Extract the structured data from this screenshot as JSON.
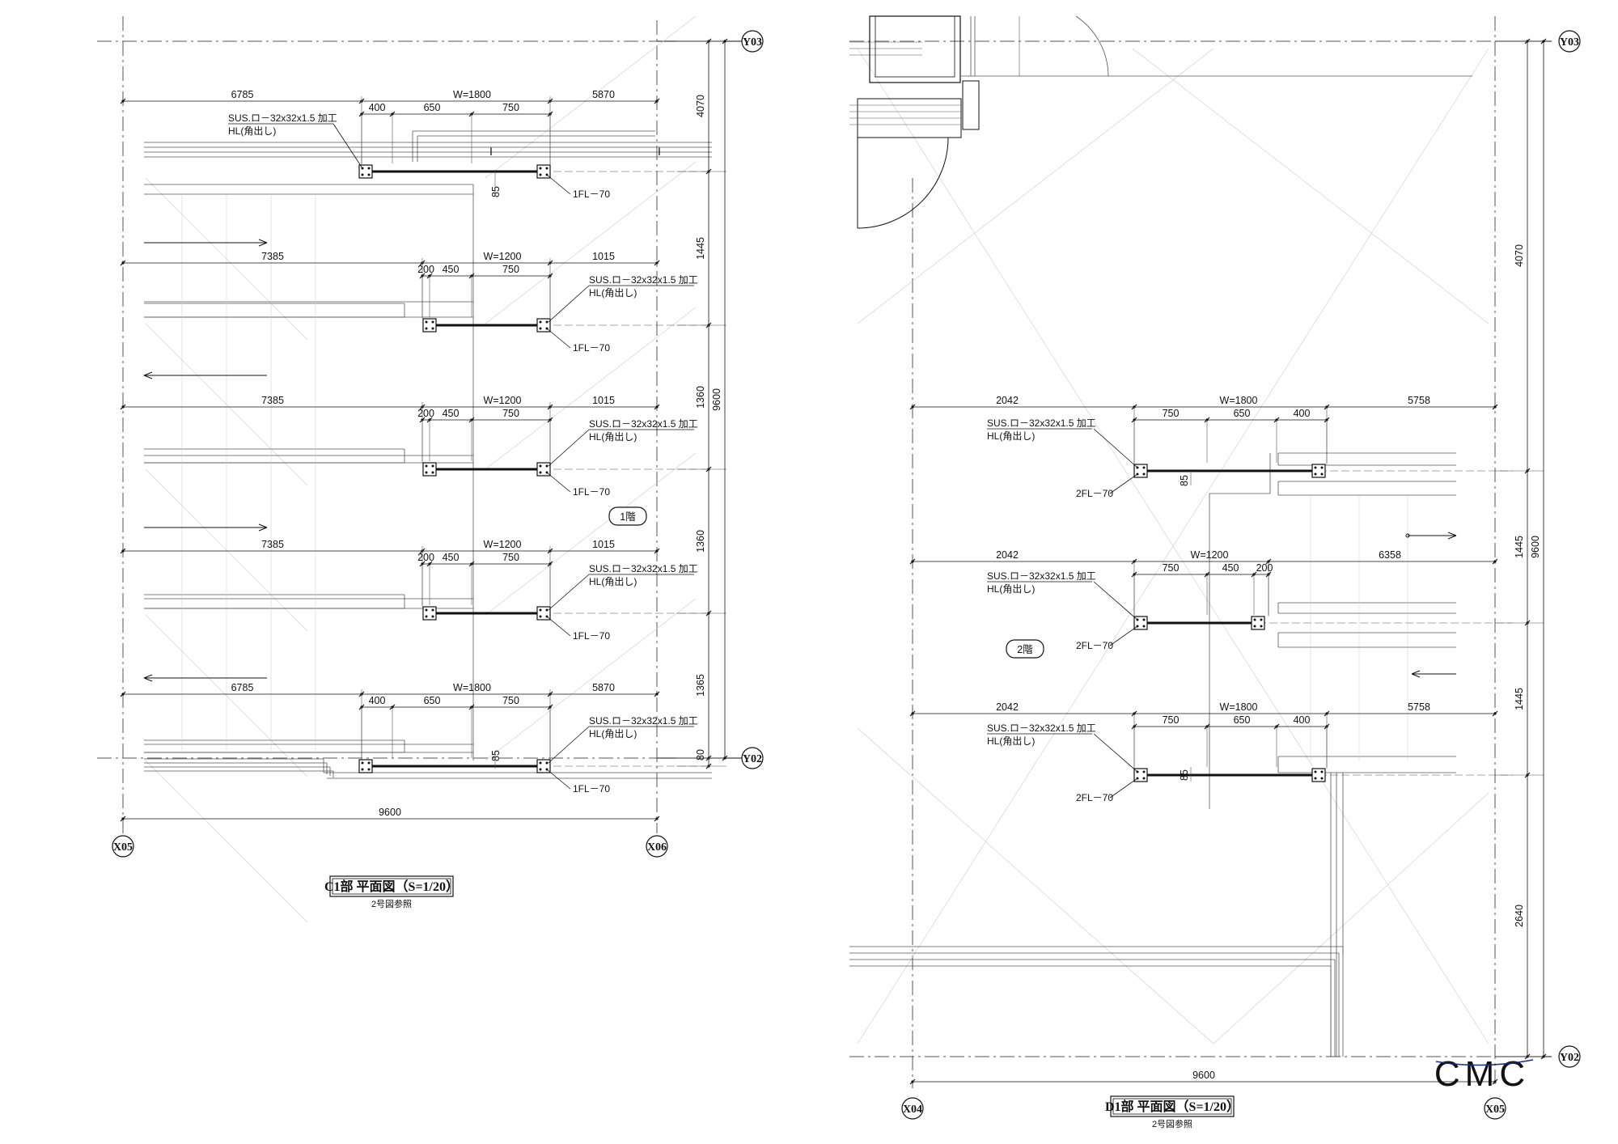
{
  "c1": {
    "title": "C1部 平面図（S=1/20）",
    "subtitle": "2号図参照",
    "floor_label": "1階",
    "overall_width": "9600",
    "overall_height": "9600",
    "axis_labels": [
      "X05",
      "X06",
      "Y03",
      "Y02"
    ],
    "right_dims": [
      "4070",
      "1445",
      "1360",
      "1360",
      "1365",
      "80"
    ],
    "small_dim": "85",
    "rails": [
      {
        "dims": [
          "6785",
          "W=1800",
          "5870"
        ],
        "sub_dims": [
          "400",
          "650",
          "750"
        ],
        "spec": "SUS.ロ－32x32x1.5 加工",
        "finish": "HL(角出し)",
        "level": "1FL－70"
      },
      {
        "dims": [
          "7385",
          "W=1200",
          "1015"
        ],
        "sub_dims": [
          "200",
          "450",
          "750"
        ],
        "spec": "SUS.ロ－32x32x1.5 加工",
        "finish": "HL(角出し)",
        "level": "1FL－70"
      },
      {
        "dims": [
          "7385",
          "W=1200",
          "1015"
        ],
        "sub_dims": [
          "200",
          "450",
          "750"
        ],
        "spec": "SUS.ロ－32x32x1.5 加工",
        "finish": "HL(角出し)",
        "level": "1FL－70"
      },
      {
        "dims": [
          "7385",
          "W=1200",
          "1015"
        ],
        "sub_dims": [
          "200",
          "450",
          "750"
        ],
        "spec": "SUS.ロ－32x32x1.5 加工",
        "finish": "HL(角出し)",
        "level": "1FL－70"
      },
      {
        "dims": [
          "6785",
          "W=1800",
          "5870"
        ],
        "sub_dims": [
          "400",
          "650",
          "750"
        ],
        "spec": "SUS.ロ－32x32x1.5 加工",
        "finish": "HL(角出し)",
        "level": "1FL－70"
      }
    ]
  },
  "d1": {
    "title": "D1部 平面図（S=1/20）",
    "subtitle": "2号図参照",
    "floor_label": "2階",
    "overall_width": "9600",
    "overall_height": "9600",
    "axis_labels": [
      "X04",
      "X05",
      "Y03",
      "Y02"
    ],
    "right_dims": [
      "4070",
      "1445",
      "1445",
      "2640"
    ],
    "small_dim": "85",
    "rails": [
      {
        "dims": [
          "2042",
          "W=1800",
          "5758"
        ],
        "sub_dims": [
          "750",
          "650",
          "400"
        ],
        "spec": "SUS.ロ－32x32x1.5 加工",
        "finish": "HL(角出し)",
        "level": "2FL－70"
      },
      {
        "dims": [
          "2042",
          "W=1200",
          "6358"
        ],
        "sub_dims": [
          "750",
          "450",
          "200"
        ],
        "spec": "SUS.ロ－32x32x1.5 加工",
        "finish": "HL(角出し)",
        "level": "2FL－70"
      },
      {
        "dims": [
          "2042",
          "W=1800",
          "5758"
        ],
        "sub_dims": [
          "750",
          "650",
          "400"
        ],
        "spec": "SUS.ロ－32x32x1.5 加工",
        "finish": "HL(角出し)",
        "level": "2FL－70"
      }
    ]
  },
  "logo": {
    "text": "CMC",
    "color": "#1a2b80"
  },
  "colors": {
    "ink": "#111111",
    "thin": "#555555",
    "faint": "#bbbbbb"
  }
}
